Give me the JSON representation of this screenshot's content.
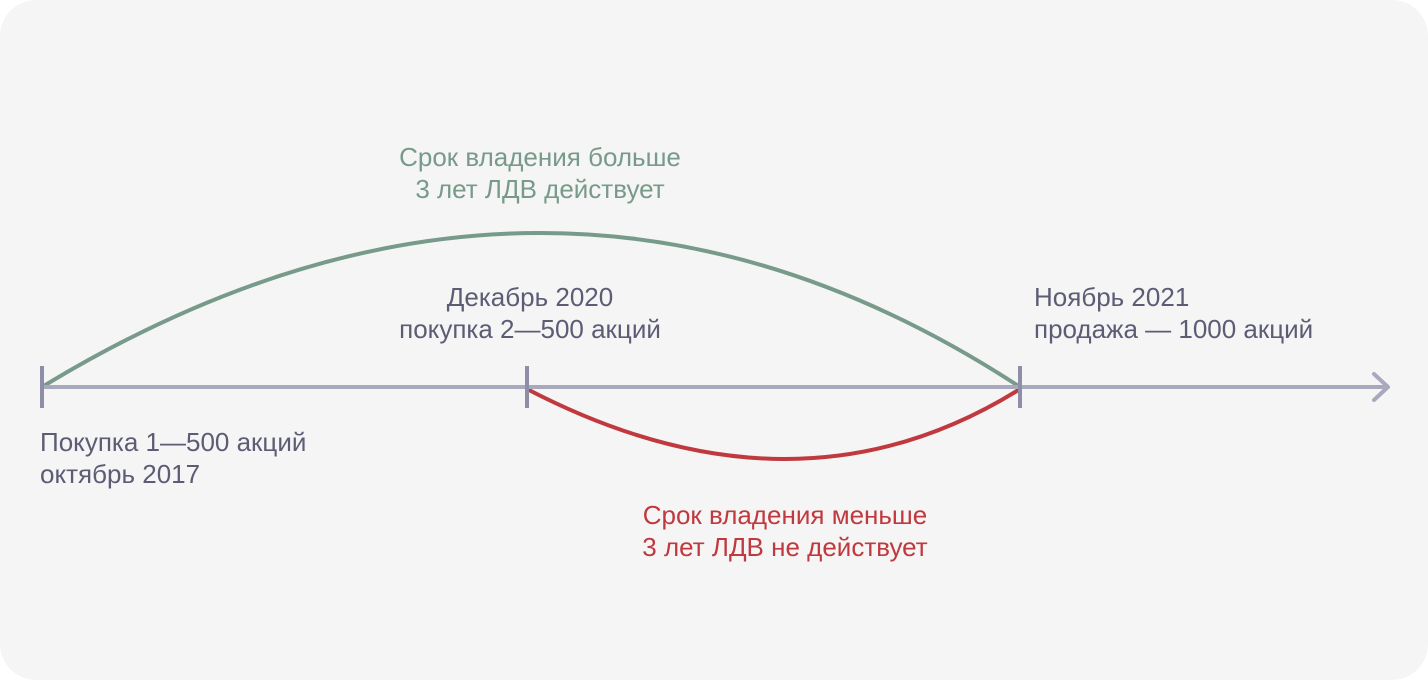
{
  "colors": {
    "axis": "#a8a8bf",
    "text": "#5c5c75",
    "green": "#779a8a",
    "red": "#c0393f",
    "background": "#f5f5f5"
  },
  "labels": {
    "long_term": [
      "Срок владения больше",
      "3 лет ЛДВ действует"
    ],
    "short_term": [
      "Срок владения меньше",
      "3 лет ЛДВ не действует"
    ],
    "event1": [
      "Покупка 1—500 акций",
      "октябрь 2017"
    ],
    "event2": [
      "Декабрь 2020",
      "покупка 2—500 акций"
    ],
    "event3": [
      "Ноябрь 2021",
      "продажа — 1000 акций"
    ]
  }
}
